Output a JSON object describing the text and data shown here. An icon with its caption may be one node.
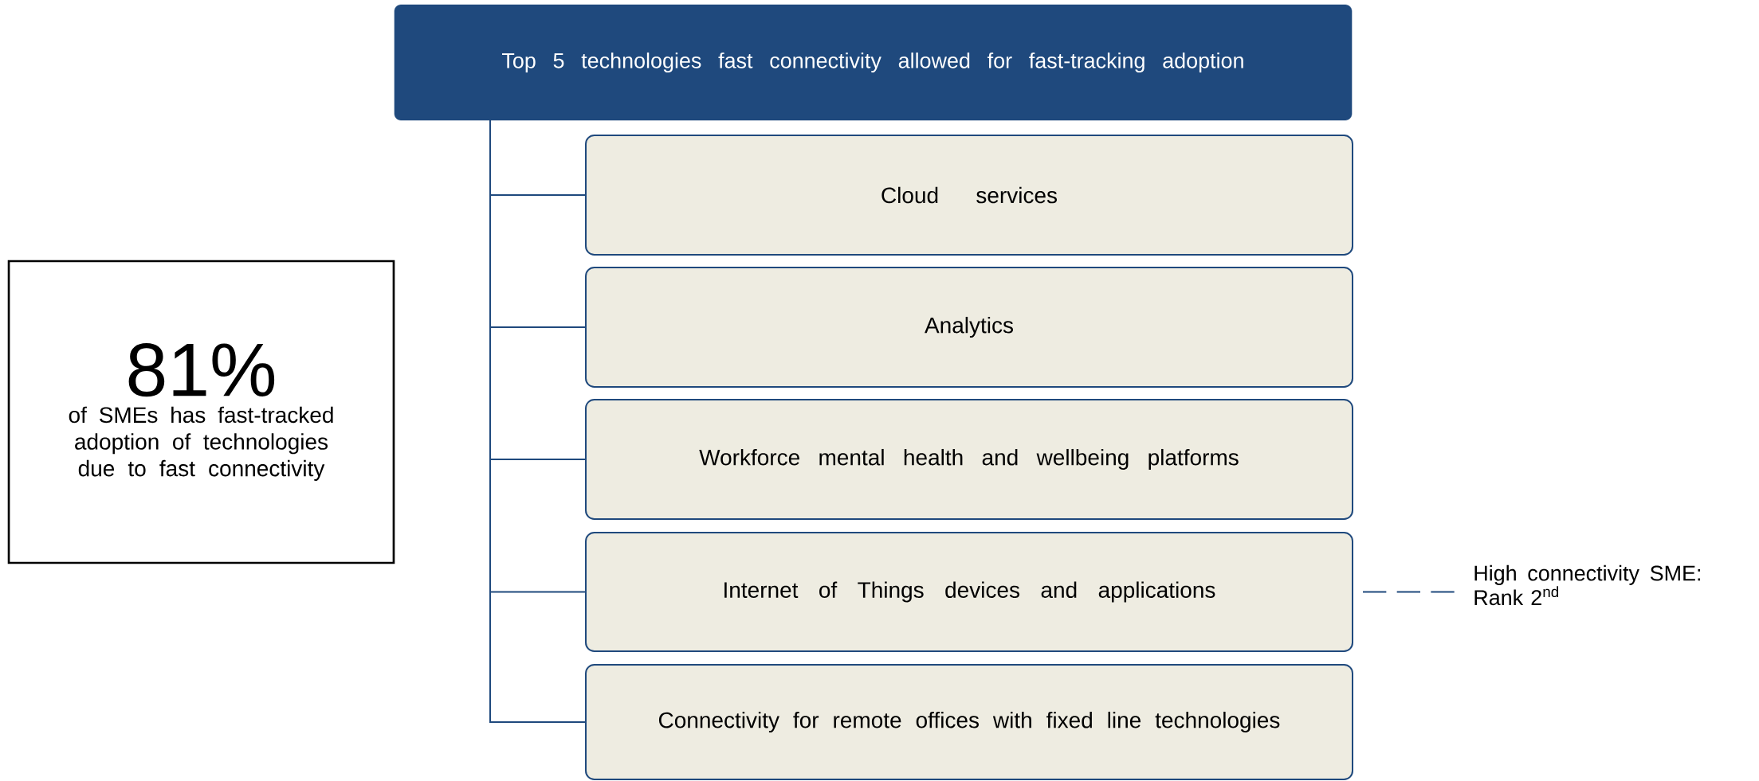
{
  "diagram": {
    "nodes": [
      {
        "text": [
          "Top 5 technologies fast connectivity allowed for fast-tracking adoption"
        ]
      },
      {
        "text": [
          "Cloud services"
        ]
      },
      {
        "text": [
          "Analytics"
        ]
      },
      {
        "text": [
          "Workforce mental health and wellbeing platforms"
        ]
      },
      {
        "text": [
          "Internet of Things devices and applications"
        ]
      },
      {
        "text": [
          "Connectivity for remote offices with fixed line technologies"
        ]
      },
      {
        "text": [
          "81%",
          "of SMEs has fast-tracked adoption of technologies due to fast connectivity"
        ]
      },
      {
        "text": [
          "High connectivity SME: Rank 2$^{nd}$"
        ]
      }
    ],
    "edges": [
      {
        "from": 0,
        "to": 1,
        "arrow": "none"
      },
      {
        "from": 0,
        "to": 2,
        "arrow": "none"
      },
      {
        "from": 0,
        "to": 3,
        "arrow": "none"
      },
      {
        "from": 0,
        "to": 4,
        "arrow": "none"
      },
      {
        "from": 0,
        "to": 5,
        "arrow": "none"
      },
      {
        "from": 4,
        "to": 7,
        "arrow": "none",
        "style": "dashed"
      }
    ]
  }
}
